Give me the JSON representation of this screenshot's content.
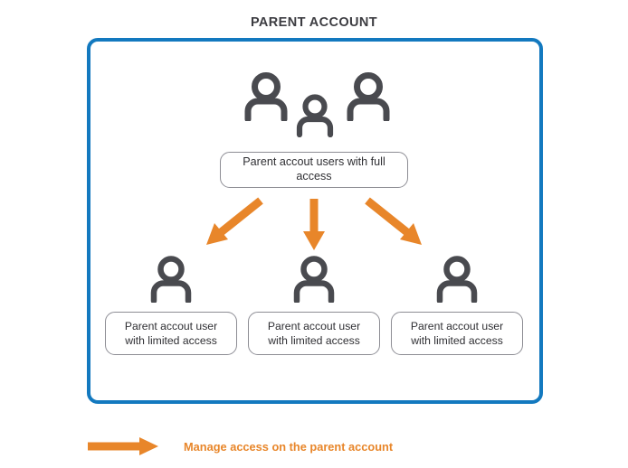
{
  "title": "PARENT ACCOUNT",
  "container": {
    "name": "parent-account-box",
    "border_color": "#1379bf"
  },
  "top_group": {
    "icon_name": "users-group-icon",
    "icon_color": "#494a4f",
    "count": 3,
    "label": "Parent accout users with full access"
  },
  "arrows": {
    "color": "#e8862a",
    "items": [
      {
        "name": "arrow-to-user-1",
        "direction": "down-left"
      },
      {
        "name": "arrow-to-user-2",
        "direction": "down"
      },
      {
        "name": "arrow-to-user-3",
        "direction": "down-right"
      }
    ]
  },
  "users": [
    {
      "icon_name": "person-icon",
      "label_line_1": "Parent accout user",
      "label_line_2": "with limited access"
    },
    {
      "icon_name": "person-icon",
      "label_line_1": "Parent accout user",
      "label_line_2": "with limited access"
    },
    {
      "icon_name": "person-icon",
      "label_line_1": "Parent accout user",
      "label_line_2": "with limited access"
    }
  ],
  "legend": {
    "arrow_name": "legend-arrow-icon",
    "arrow_color": "#e8862a",
    "text": "Manage access on the parent account",
    "text_color": "#e8862a"
  },
  "colors": {
    "blue": "#1379bf",
    "orange": "#e8862a",
    "icon_gray": "#494a4f",
    "box_border_gray": "#8d8d94",
    "text_dark": "#2f2f33",
    "background": "#ffffff"
  }
}
